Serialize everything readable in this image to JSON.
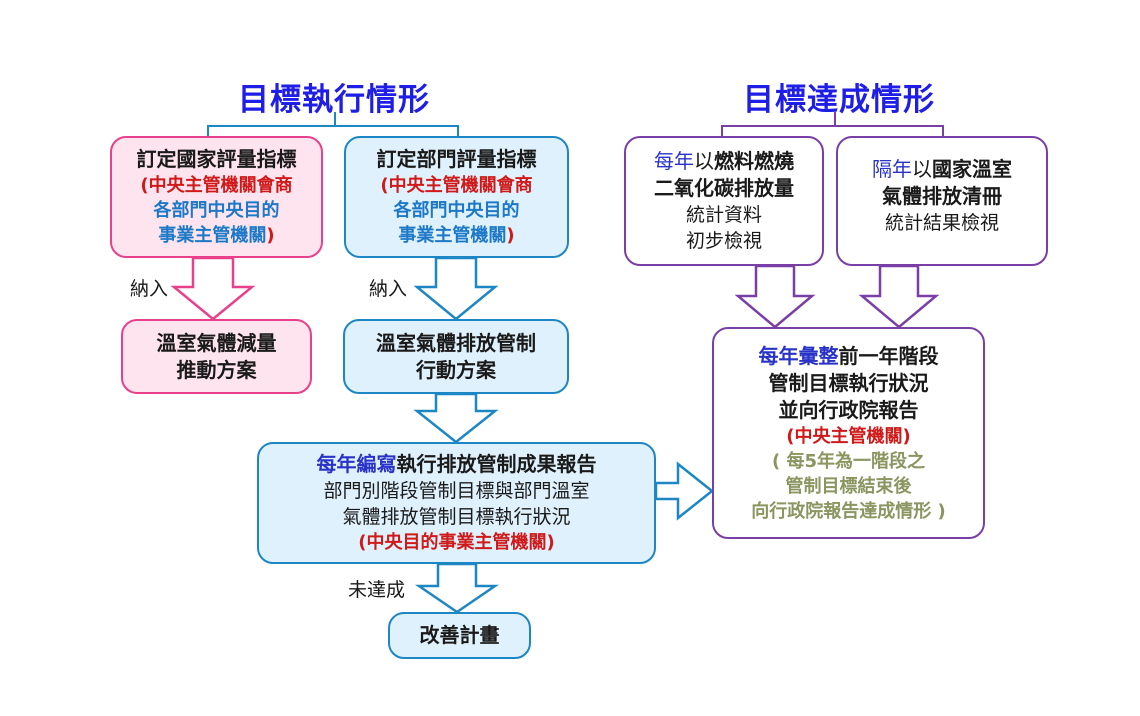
{
  "left_title": "目標執行情形",
  "right_title": "目標達成情形",
  "box_national": {
    "line1": "訂定國家評量指標",
    "line2": "(中央主管機關會商",
    "line3": "各部門中央目的",
    "line4_main": "事業主管機關",
    "line4_paren": ")"
  },
  "box_sector": {
    "line1": "訂定部門評量指標",
    "line2_paren": "(",
    "line2_main": "中央主管機關會商",
    "line3": "各部門中央目的",
    "line4_main": "事業主管機關",
    "line4_paren": ")"
  },
  "label_include_1": "納入",
  "label_include_2": "納入",
  "box_reduction": {
    "line1": "溫室氣體減量",
    "line2": "推動方案"
  },
  "box_control": {
    "line1": "溫室氣體排放管制",
    "line2": "行動方案"
  },
  "box_report": {
    "line1_blue": "每年編寫",
    "line1_rest": "執行排放管制成果報告",
    "line2": "部門別階段管制目標與部門溫室",
    "line3": "氣體排放管制目標執行狀況",
    "line4": "(中央目的事業主管機關)"
  },
  "label_not_reached": "未達成",
  "box_improve": {
    "line1": "改善計畫"
  },
  "box_fuel": {
    "line1_blue": "每年",
    "line1_plain": "以",
    "line1_bold": "燃料燃燒",
    "line2": "二氧化碳排放量",
    "line3": "統計資料",
    "line4": "初步檢視"
  },
  "box_inventory": {
    "line1_blue": "隔年",
    "line1_plain": "以",
    "line1_bold": "國家溫室",
    "line2": "氣體排放清冊",
    "line3": "統計結果檢視"
  },
  "box_summary": {
    "line1_blue": "每年彙整",
    "line1_rest": "前一年階段",
    "line2": "管制目標執行狀況",
    "line3": "並向行政院報告",
    "line4": "(中央主管機關)",
    "line5": "( 每5年為一階段之",
    "line6": "管制目標結束後",
    "line7": "向行政院報告達成情形 )"
  },
  "colors": {
    "title_blue": "#1e1ee6",
    "pink_border": "#e8408a",
    "pink_fill": "#fde4ee",
    "blue_border": "#1d86c4",
    "blue_fill": "#dff1fc",
    "purple_border": "#7a3fa6",
    "red_text": "#d01a1a",
    "olive_text": "#8a9560"
  }
}
